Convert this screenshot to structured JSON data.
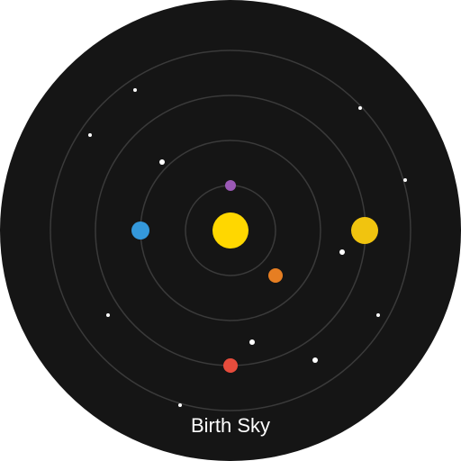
{
  "title": "Birth Sky",
  "colors": {
    "background_disc": "#151515",
    "orbit_stroke": "#3a3a3a",
    "sun": "#ffd700",
    "star": "#ffffff"
  },
  "bodies": [
    {
      "name": "sun",
      "color": "#ffd700"
    },
    {
      "name": "purple-planet",
      "color": "#9b59b6"
    },
    {
      "name": "orange-planet",
      "color": "#e67e22"
    },
    {
      "name": "blue-planet",
      "color": "#3498db"
    },
    {
      "name": "red-planet",
      "color": "#e74c3c"
    },
    {
      "name": "yellow-planet",
      "color": "#f1c40f"
    }
  ]
}
